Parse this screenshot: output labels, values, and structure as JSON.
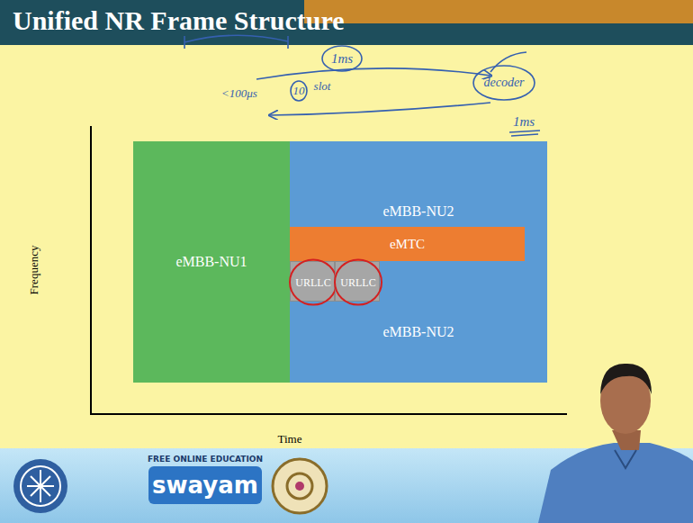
{
  "diagram": {
    "title": "Unified NR Frame Structure",
    "nodes": [
      {
        "text": [
          "eMBB-NU1"
        ]
      },
      {
        "text": [
          "eMBB-NU2",
          "eMBB-NU2"
        ]
      },
      {
        "text": [
          "eMTC"
        ],
        "in": 1
      },
      {
        "text": [
          "URLLC"
        ],
        "in": 1
      },
      {
        "text": [
          "URLLC"
        ],
        "in": 1
      }
    ],
    "labels": [
      "Frequency",
      "Time",
      "1ms",
      "<100μs",
      "10",
      "slot",
      "decoder",
      "1ms",
      "FREE ONLINE EDUCATION",
      "swayam"
    ]
  }
}
